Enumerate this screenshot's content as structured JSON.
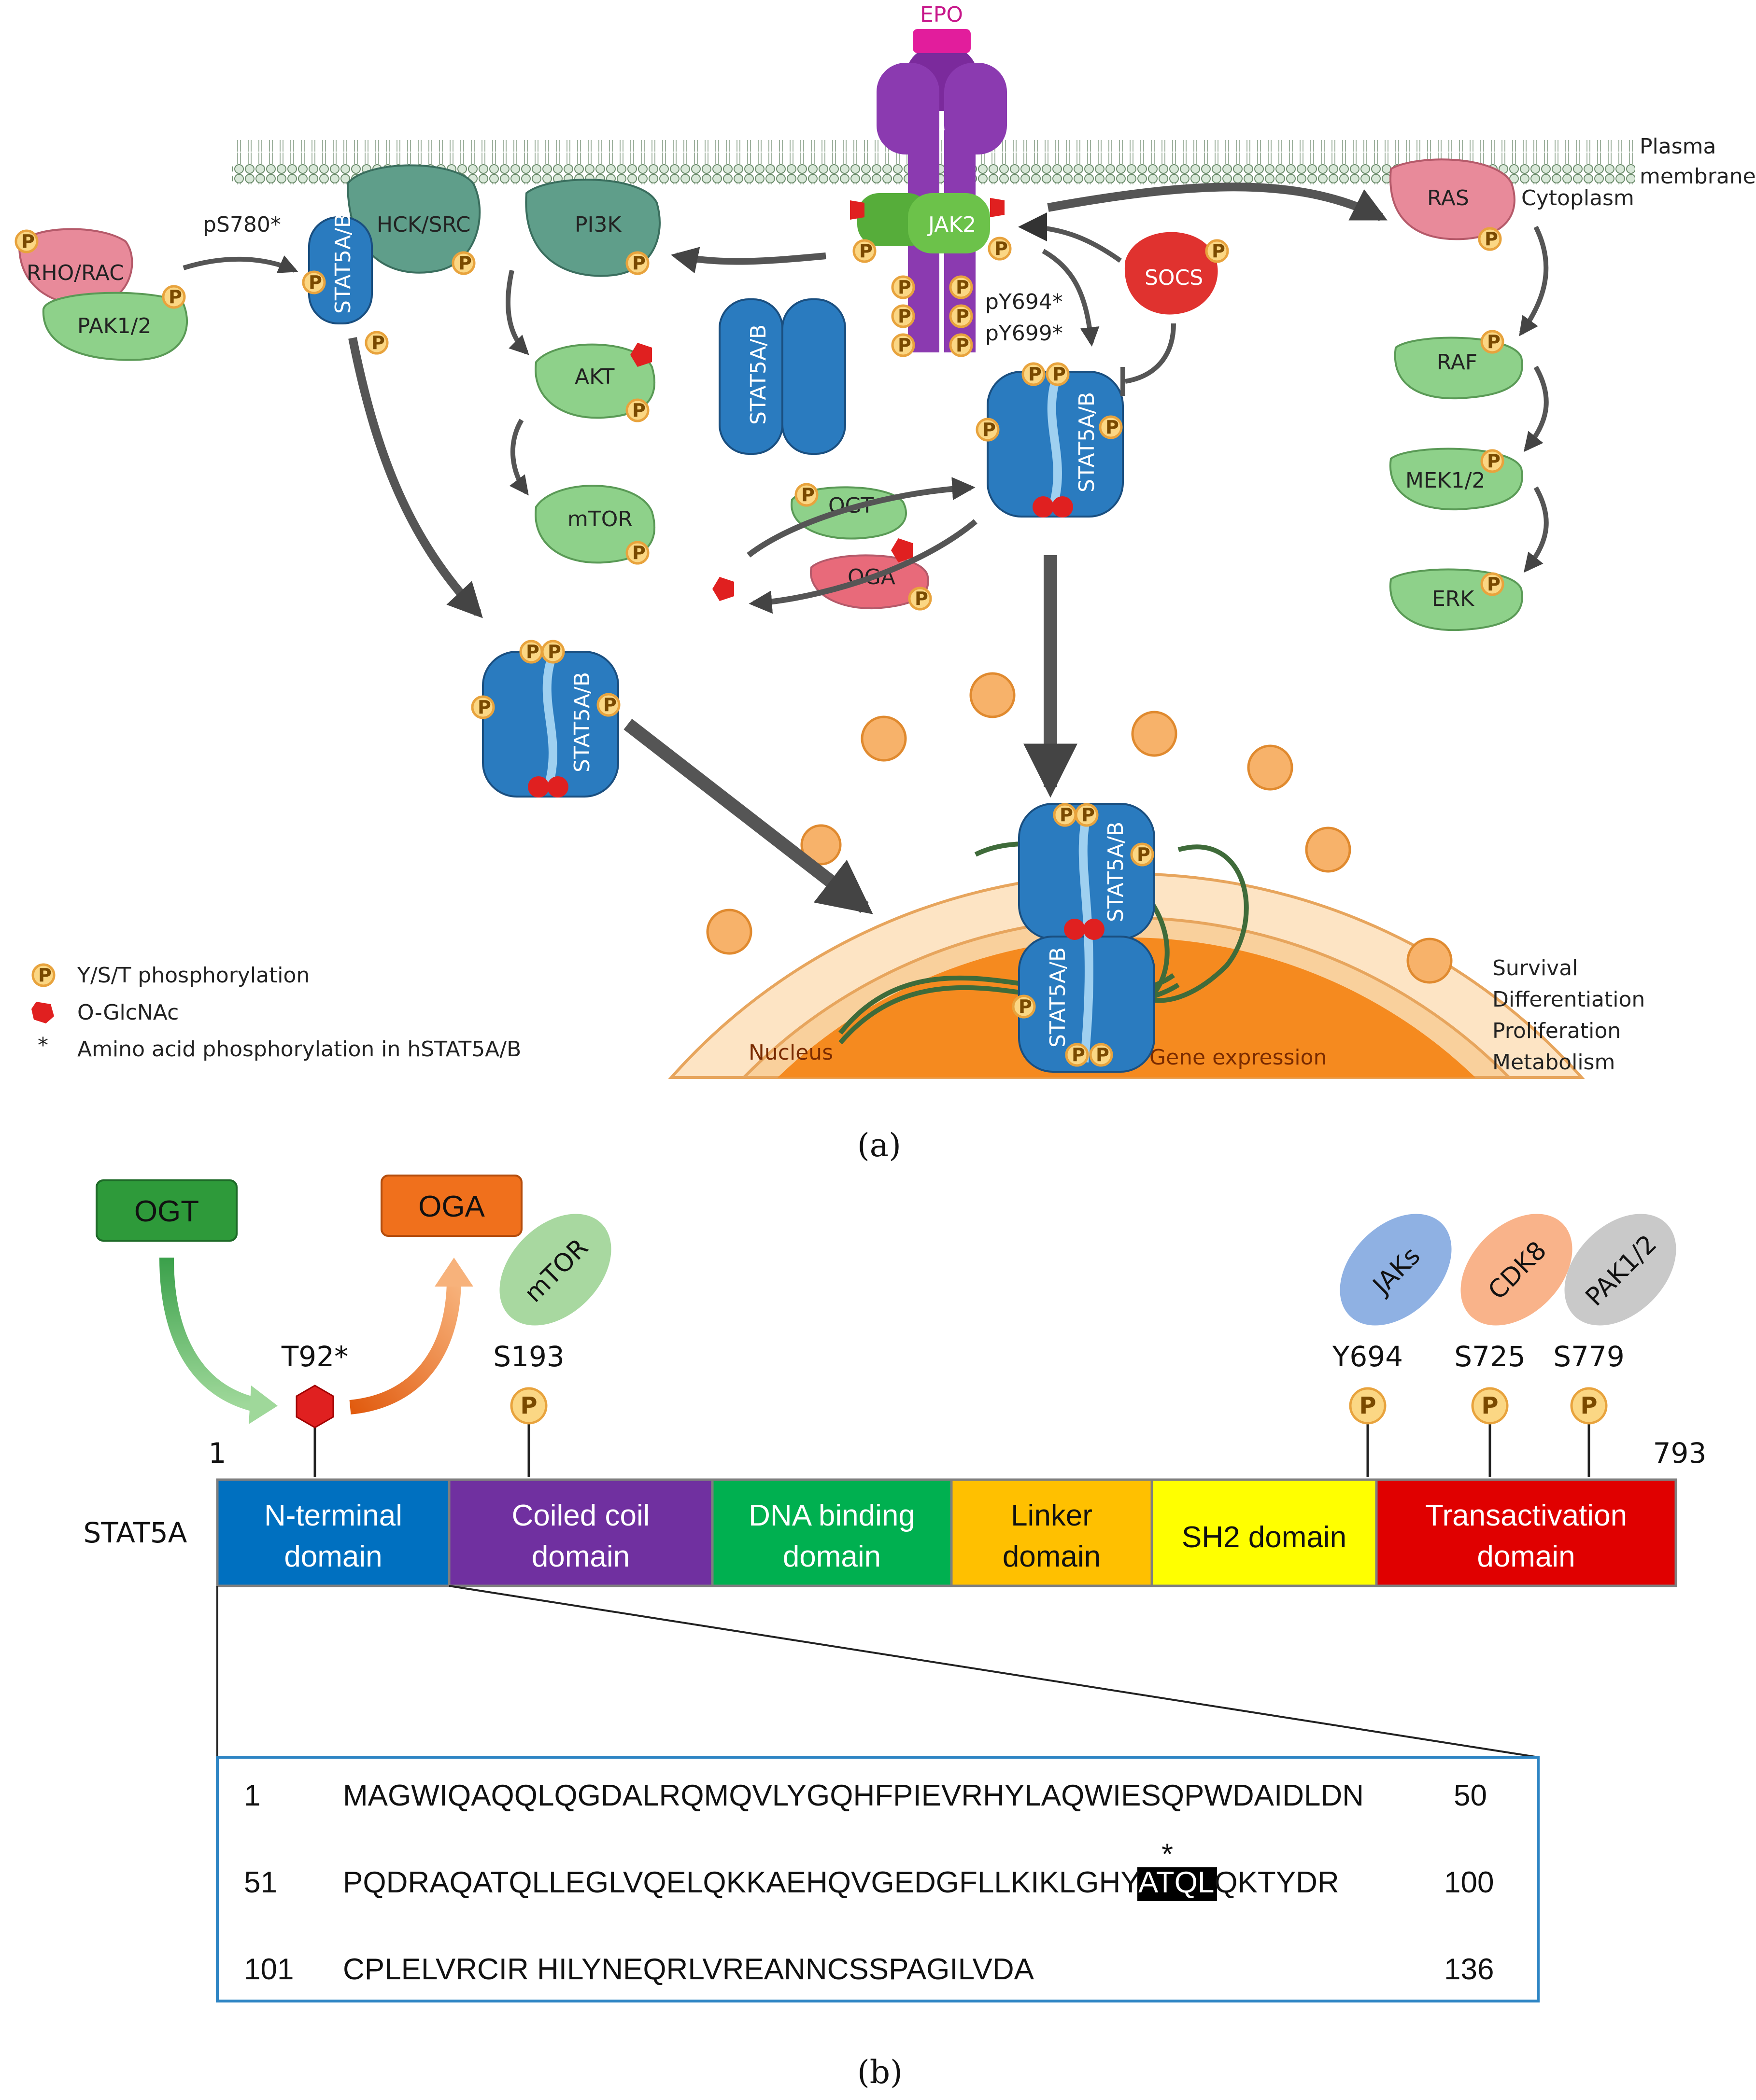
{
  "panel_a": {
    "caption": "(a)",
    "labels": {
      "epo": "EPO",
      "plasma_membrane_1": "Plasma",
      "plasma_membrane_2": "membrane",
      "cytoplasm": "Cytoplasm",
      "jak2": "JAK2",
      "pi3k": "PI3K",
      "hck_src": "HCK/SRC",
      "akt": "AKT",
      "mtor": "mTOR",
      "rho_rac": "RHO/RAC",
      "pak12": "PAK1/2",
      "ps780": "pS780*",
      "socs": "SOCS",
      "py694": "pY694*",
      "py699": "pY699*",
      "ogt": "OGT",
      "oga": "OGA",
      "ras": "RAS",
      "raf": "RAF",
      "mek12": "MEK1/2",
      "erk": "ERK",
      "stat5": "STAT5A/B",
      "nucleus": "Nucleus",
      "gene_expression": "Gene expression",
      "p": "P"
    },
    "outcomes": [
      "Survival",
      "Differentiation",
      "Proliferation",
      "Metabolism"
    ],
    "legend": {
      "phospho_symbol": "P",
      "phospho": "Y/S/T phosphorylation",
      "oglcnac": "O-GlcNAc",
      "asterisk_symbol": "*",
      "asterisk": "Amino acid phosphorylation in hSTAT5A/B"
    },
    "colors": {
      "stat5": "#2a7bbf",
      "jak2": "#5ab240",
      "receptor": "#7b2a9c",
      "socs": "#e0322f",
      "nucleus": "#f58a1f",
      "nuclear_envelope": "#fbd8a6",
      "green_protein": "#8ed18a",
      "red_protein": "#e86a7a",
      "teal_protein": "#5f9e8a"
    }
  },
  "panel_b": {
    "caption": "(b)",
    "enzymes": {
      "ogt": "OGT",
      "oga": "OGA"
    },
    "kinases": [
      {
        "name": "mTOR",
        "color": "#a8d8a0"
      },
      {
        "name": "JAKs",
        "color": "#8fb1e3"
      },
      {
        "name": "CDK8",
        "color": "#f9b38a"
      },
      {
        "name": "PAK1/2",
        "color": "#c9c9c9"
      }
    ],
    "sites": [
      {
        "label": "T92*",
        "type": "O-GlcNAc"
      },
      {
        "label": "S193",
        "type": "P"
      },
      {
        "label": "Y694",
        "type": "P"
      },
      {
        "label": "S725",
        "type": "P"
      },
      {
        "label": "S779",
        "type": "P"
      }
    ],
    "protein": {
      "name": "STAT5A",
      "start": "1",
      "end": "793",
      "domains": [
        {
          "line1": "N-terminal",
          "line2": "domain",
          "color": "#0070c0"
        },
        {
          "line1": "Coiled coil",
          "line2": "domain",
          "color": "#7030a0"
        },
        {
          "line1": "DNA binding",
          "line2": "domain",
          "color": "#00b050"
        },
        {
          "line1": "Linker",
          "line2": "domain",
          "color": "#ffc000",
          "text_color": "#111111"
        },
        {
          "line1": "SH2 domain",
          "line2": "",
          "color": "#ffff00",
          "text_color": "#111111"
        },
        {
          "line1": "Transactivation",
          "line2": "domain",
          "color": "#e00000"
        }
      ]
    },
    "sequence": {
      "rows": [
        {
          "start": "1",
          "seq": "MAGWIQAQQLQGDALRQMQVLYGQHFPIEVRHYLAQWIESQPWDAIDLDN",
          "end": "50"
        },
        {
          "start": "51",
          "seq_pre": "PQDRAQATQLLEGLVQELQKKAEHQVGEDGFLLKIKLGHY",
          "seq_highlight": "ATQL",
          "seq_post": "QKTYDR",
          "end": "100",
          "marker": "*"
        },
        {
          "start": "101",
          "seq": "CPLELVRCIR HILYNEQRLVREANNCSSPAGILVDA",
          "end": "136"
        }
      ]
    }
  }
}
